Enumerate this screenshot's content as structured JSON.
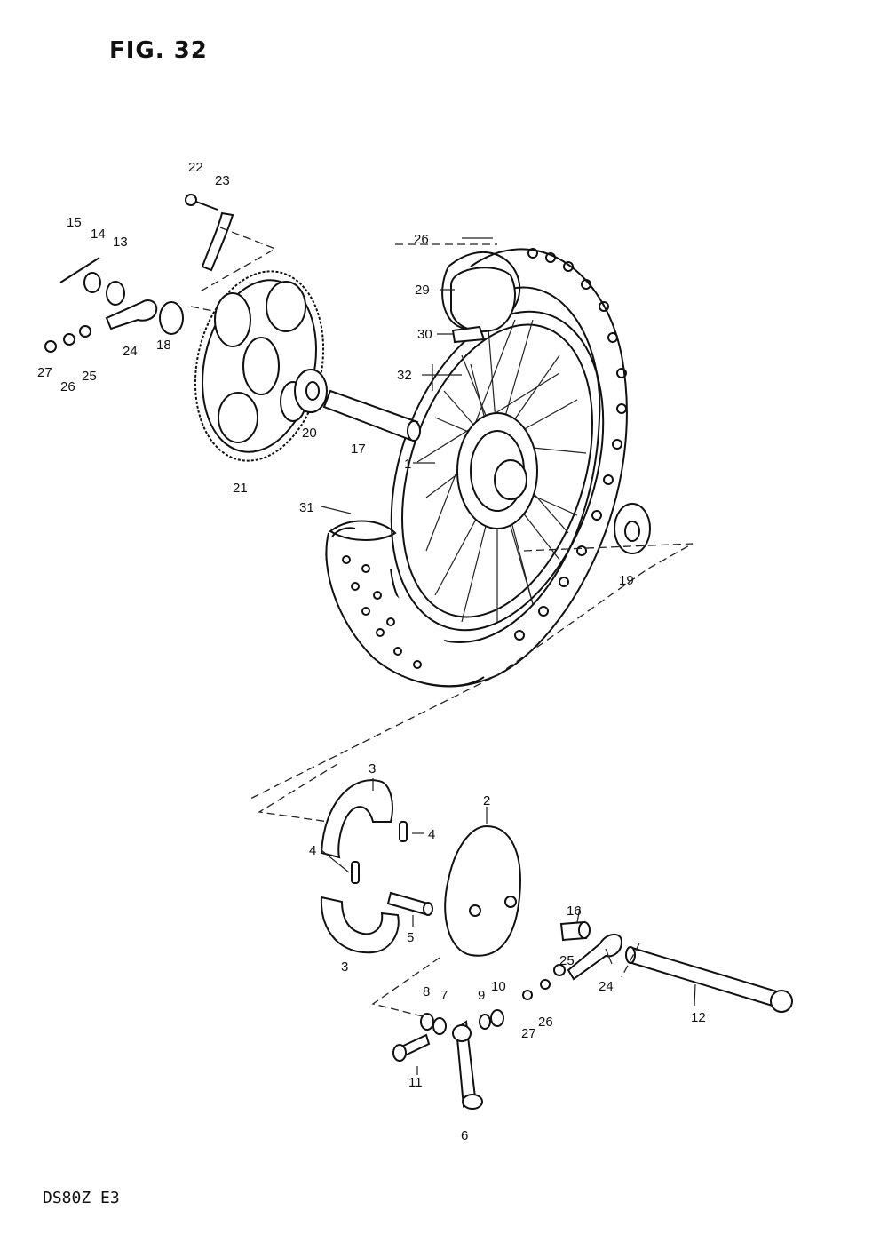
{
  "figure": {
    "title": "FIG. 32",
    "model_code": "DS80Z E3"
  },
  "callouts": [
    {
      "id": "c1",
      "text": "1"
    },
    {
      "id": "c2",
      "text": "2"
    },
    {
      "id": "c3a",
      "text": "3"
    },
    {
      "id": "c3b",
      "text": "3"
    },
    {
      "id": "c4a",
      "text": "4"
    },
    {
      "id": "c4b",
      "text": "4"
    },
    {
      "id": "c5",
      "text": "5"
    },
    {
      "id": "c6",
      "text": "6"
    },
    {
      "id": "c7",
      "text": "7"
    },
    {
      "id": "c8",
      "text": "8"
    },
    {
      "id": "c9",
      "text": "9"
    },
    {
      "id": "c10",
      "text": "10"
    },
    {
      "id": "c11",
      "text": "11"
    },
    {
      "id": "c12",
      "text": "12"
    },
    {
      "id": "c13",
      "text": "13"
    },
    {
      "id": "c14",
      "text": "14"
    },
    {
      "id": "c15",
      "text": "15"
    },
    {
      "id": "c16",
      "text": "16"
    },
    {
      "id": "c17",
      "text": "17"
    },
    {
      "id": "c18",
      "text": "18"
    },
    {
      "id": "c19",
      "text": "19"
    },
    {
      "id": "c20",
      "text": "20"
    },
    {
      "id": "c21",
      "text": "21"
    },
    {
      "id": "c22",
      "text": "22"
    },
    {
      "id": "c23",
      "text": "23"
    },
    {
      "id": "c24a",
      "text": "24"
    },
    {
      "id": "c24b",
      "text": "24"
    },
    {
      "id": "c25a",
      "text": "25"
    },
    {
      "id": "c25b",
      "text": "25"
    },
    {
      "id": "c26a",
      "text": "26"
    },
    {
      "id": "c26b",
      "text": "26"
    },
    {
      "id": "c26c",
      "text": "26"
    },
    {
      "id": "c27a",
      "text": "27"
    },
    {
      "id": "c27b",
      "text": "27"
    },
    {
      "id": "c29",
      "text": "29"
    },
    {
      "id": "c30",
      "text": "30"
    },
    {
      "id": "c31",
      "text": "31"
    },
    {
      "id": "c32",
      "text": "32"
    }
  ]
}
